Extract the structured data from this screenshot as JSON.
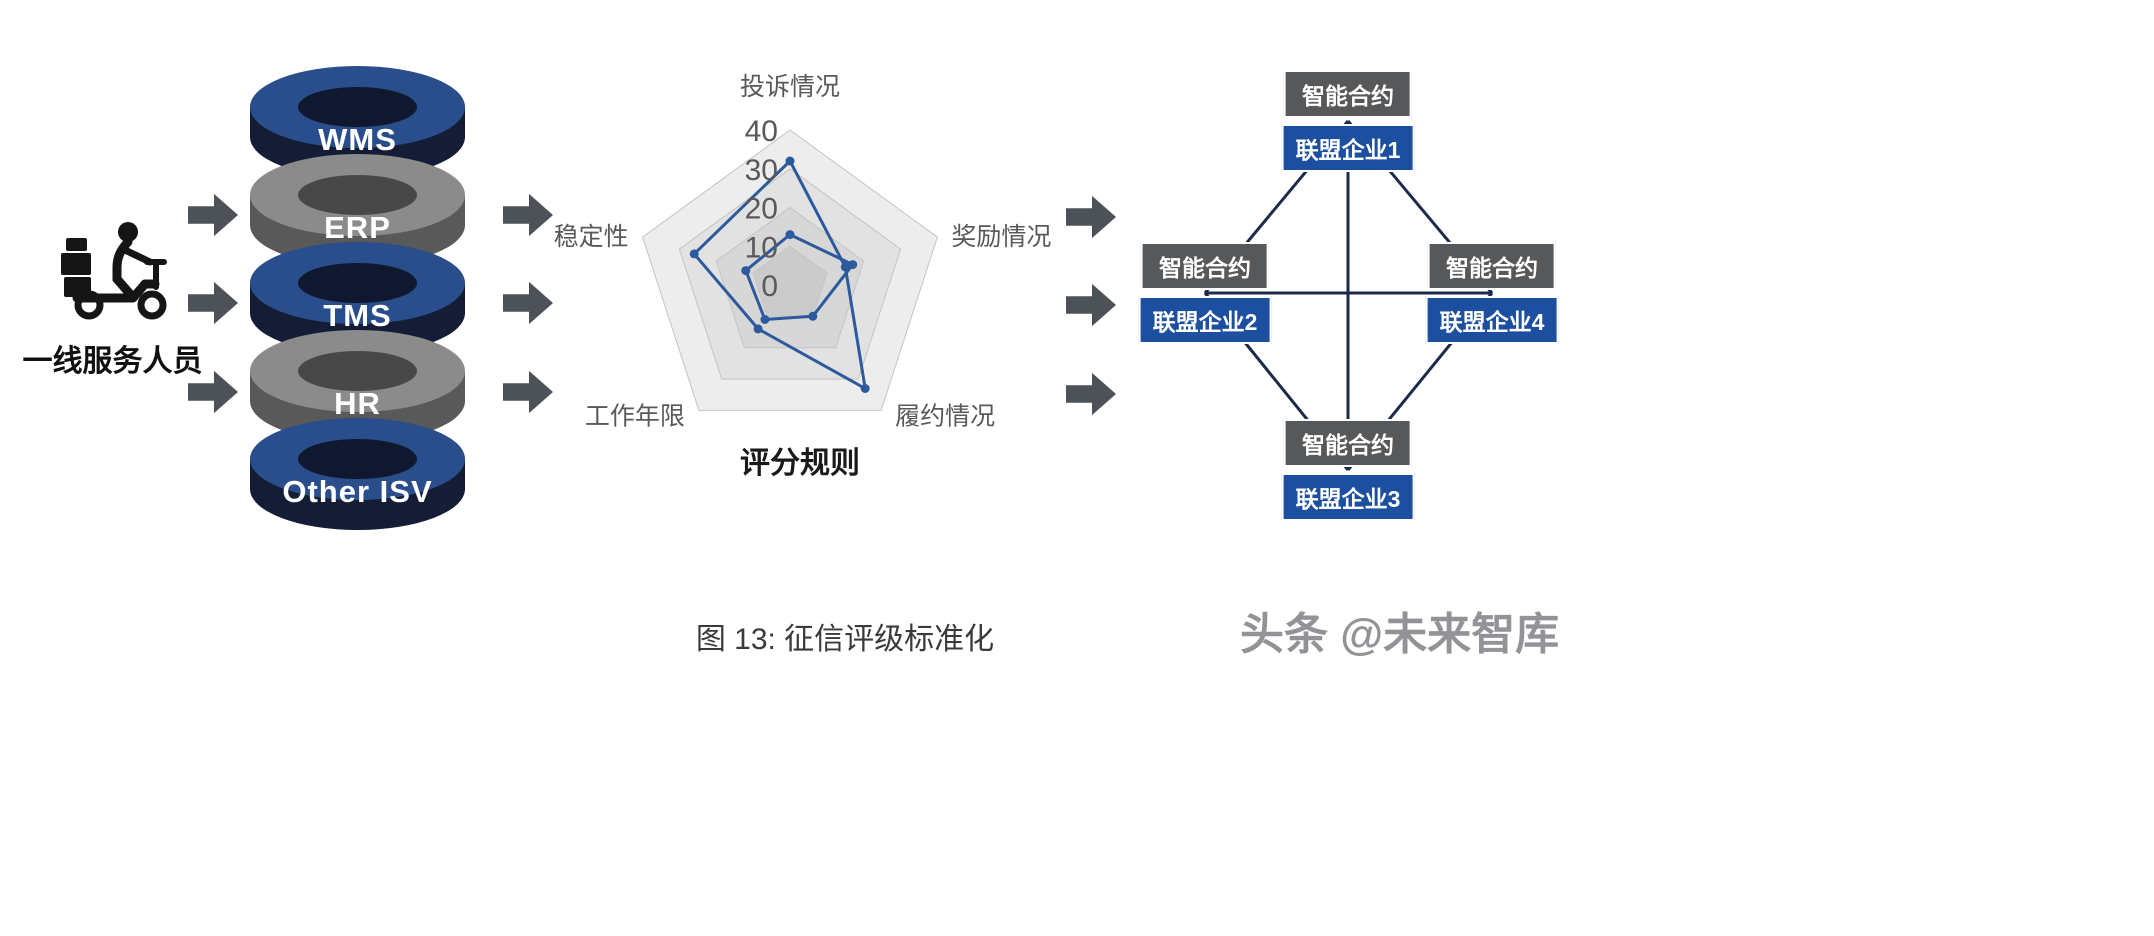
{
  "caption": "图 13: 征信评级标准化",
  "watermark": "头条 @未来智库",
  "left": {
    "person_label": "一线服务人员",
    "rings": [
      {
        "label": "WMS",
        "scheme": "blue"
      },
      {
        "label": "ERP",
        "scheme": "gray"
      },
      {
        "label": "TMS",
        "scheme": "blue"
      },
      {
        "label": "HR",
        "scheme": "gray"
      },
      {
        "label": "Other ISV",
        "scheme": "blue"
      }
    ]
  },
  "chart_data": {
    "type": "radar",
    "title": "评分规则",
    "axes": [
      "投诉情况",
      "奖励情况",
      "履约情况",
      "工作年限",
      "稳定性"
    ],
    "rings": [
      0,
      10,
      20,
      30,
      40
    ],
    "max": 40,
    "series": [
      {
        "values": [
          32,
          15,
          33,
          14,
          26
        ]
      },
      {
        "values": [
          13,
          17,
          10,
          11,
          12
        ]
      }
    ]
  },
  "network": {
    "nodes": [
      {
        "pos": "top",
        "contract": "智能合约",
        "company": "联盟企业1"
      },
      {
        "pos": "left",
        "contract": "智能合约",
        "company": "联盟企业2"
      },
      {
        "pos": "bottom",
        "contract": "智能合约",
        "company": "联盟企业3"
      },
      {
        "pos": "right",
        "contract": "智能合约",
        "company": "联盟企业4"
      }
    ]
  },
  "colors": {
    "ring_blue_top": "#2a4d8c",
    "ring_blue_side": "#141d35",
    "ring_blue_hole": "#101830",
    "ring_gray_top": "#8b8b8b",
    "ring_gray_side": "#595959",
    "ring_gray_hole": "#484848",
    "radar_line": "#2d5a9d",
    "network_line": "#1d2a4a",
    "node_gray": "#57585a",
    "node_blue": "#1d4fa1",
    "arrow": "#4c5257"
  }
}
